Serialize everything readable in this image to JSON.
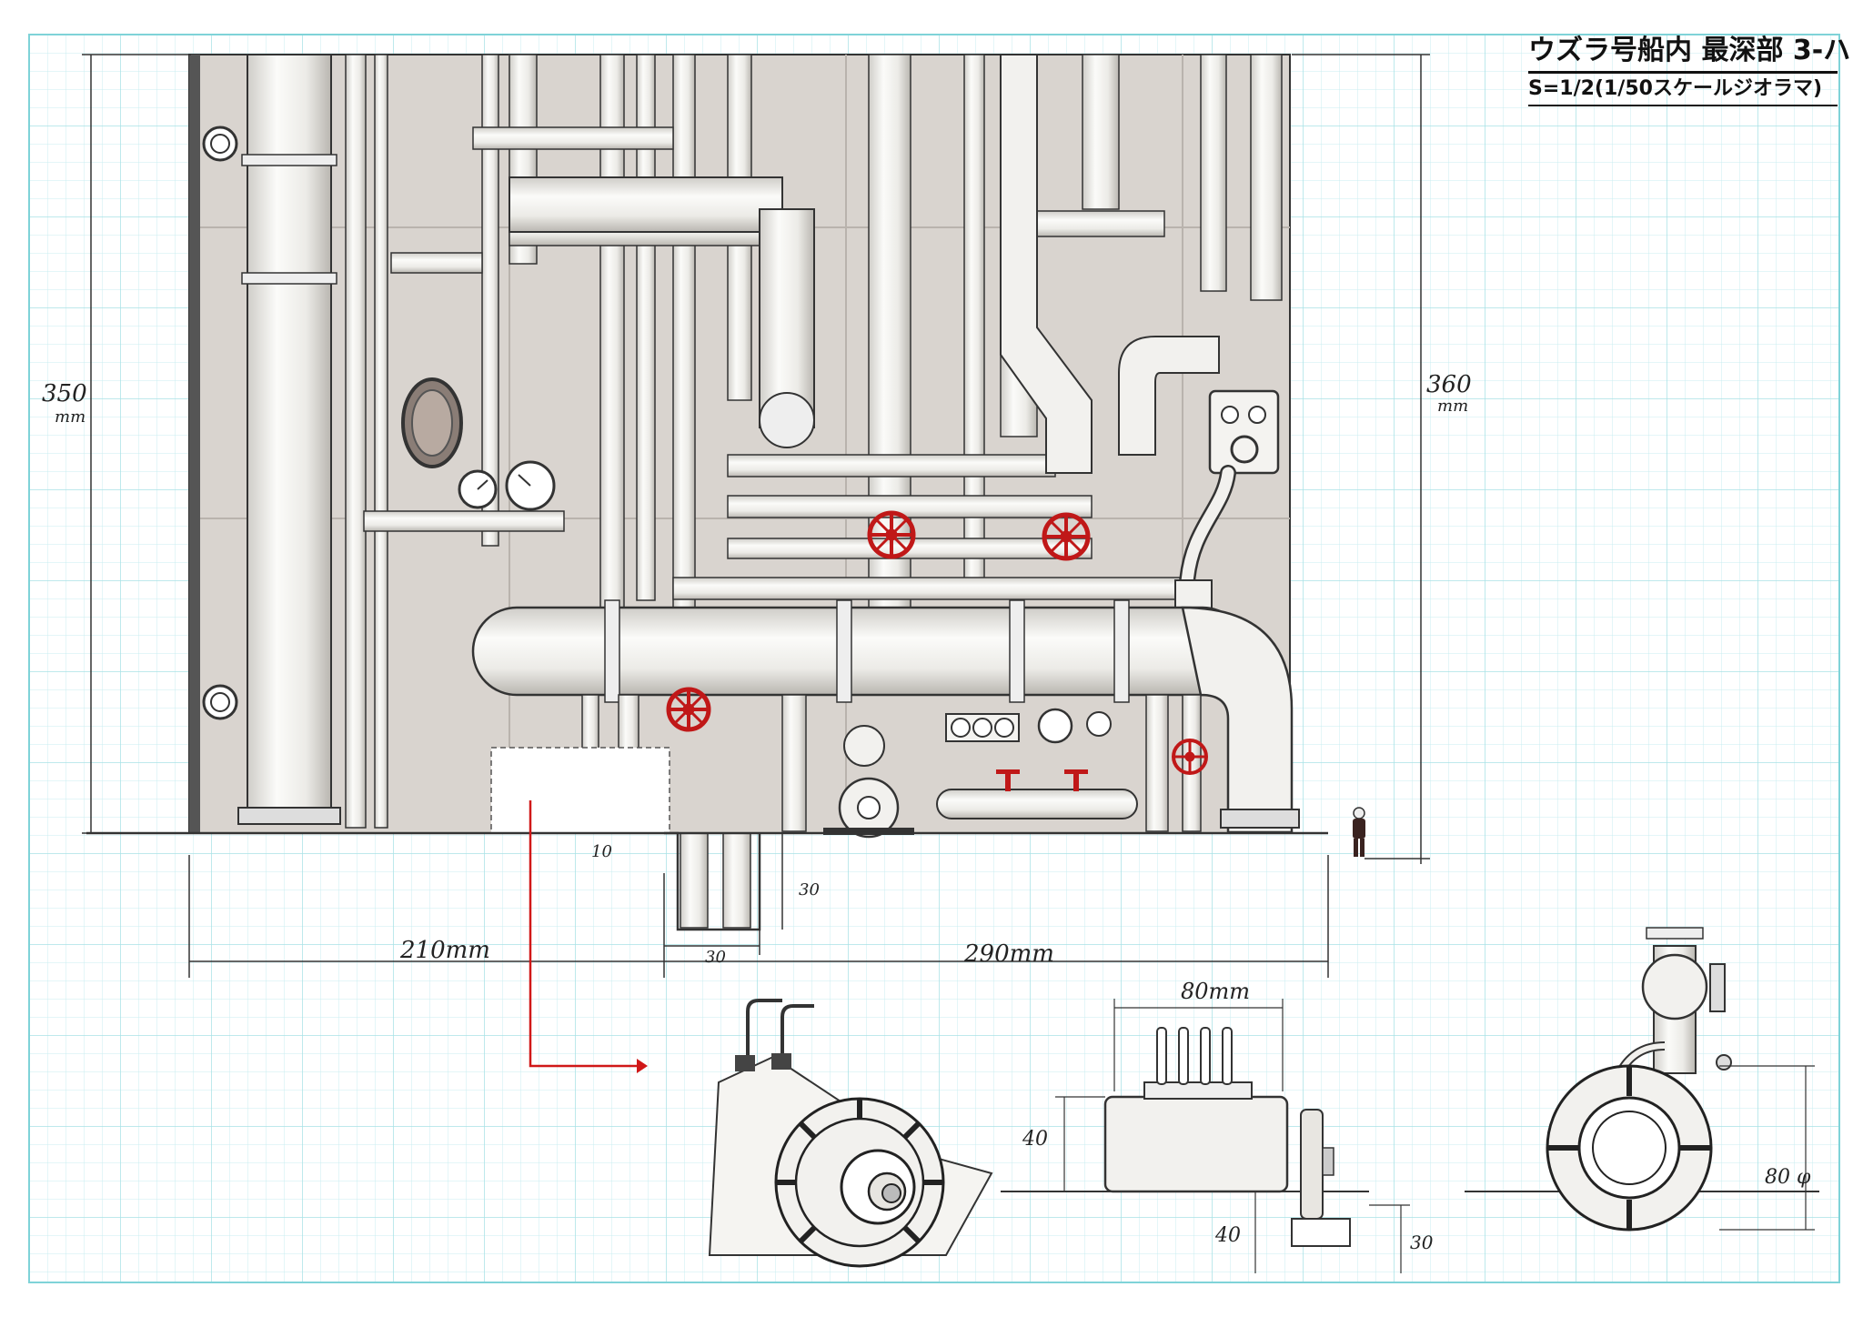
{
  "title": {
    "main": "ウズラ号船内 最深部 3-ハ",
    "scale": "S=1/2(1/50スケールジオラマ)"
  },
  "dimensions": {
    "left_height_value": "350",
    "left_height_unit": "mm",
    "right_height_value": "360",
    "right_height_unit": "mm",
    "bottom_left_width": "210mm",
    "bottom_right_width": "290mm",
    "pit_depth": "10",
    "pit_offset": "30",
    "pit_width": "30",
    "motor_width": "80mm",
    "motor_height": "40",
    "motor_base_height": "40",
    "pedestal_height": "30",
    "motor_diameter": "80 φ"
  },
  "colors": {
    "grid": "#bfe9ec",
    "border": "#7fd3d8",
    "wall": "#d8d3cd",
    "pipe": "#f2f1ee",
    "ink": "#2a2a2a",
    "valve": "#c01818",
    "arrow": "#d01818"
  }
}
